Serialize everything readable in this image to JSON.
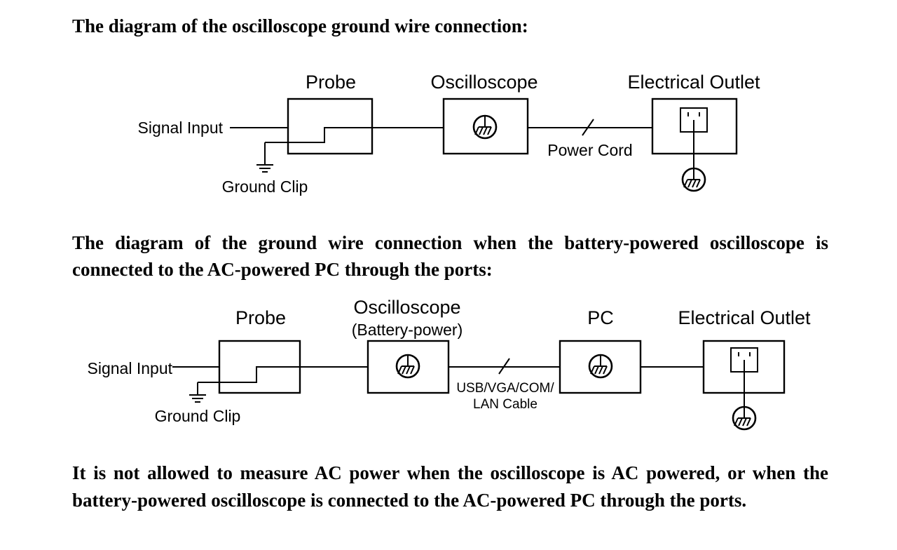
{
  "headings": {
    "top": "The diagram of the oscilloscope ground wire connection:",
    "middle": "The diagram of the ground wire connection when the battery-powered oscilloscope is connected to the AC-powered PC through the ports:",
    "bottom": "It is not allowed to measure AC power when the oscilloscope is AC powered, or when the battery-powered oscilloscope is connected to the AC-powered PC through the ports."
  },
  "diagram1": {
    "probe": "Probe",
    "oscilloscope": "Oscilloscope",
    "outlet": "Electrical Outlet",
    "signal_input": "Signal Input",
    "ground_clip": "Ground Clip",
    "cord": "Power Cord"
  },
  "diagram2": {
    "probe": "Probe",
    "oscilloscope": "Oscilloscope",
    "oscilloscope_sub": "(Battery-power)",
    "pc": "PC",
    "outlet": "Electrical Outlet",
    "signal_input": "Signal Input",
    "ground_clip": "Ground Clip",
    "cable_line1": "USB/VGA/COM/",
    "cable_line2": "LAN Cable"
  }
}
